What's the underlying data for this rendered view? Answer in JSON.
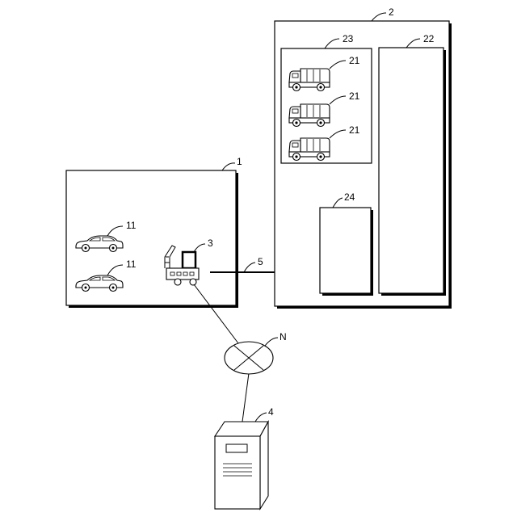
{
  "labels": {
    "facility": "1",
    "car_a": "11",
    "car_b": "11",
    "robot": "3",
    "link": "5",
    "building": "2",
    "truck_area": "23",
    "truck_1": "21",
    "truck_2": "21",
    "truck_3": "21",
    "storage": "22",
    "dock": "24",
    "network": "N",
    "server": "4"
  }
}
